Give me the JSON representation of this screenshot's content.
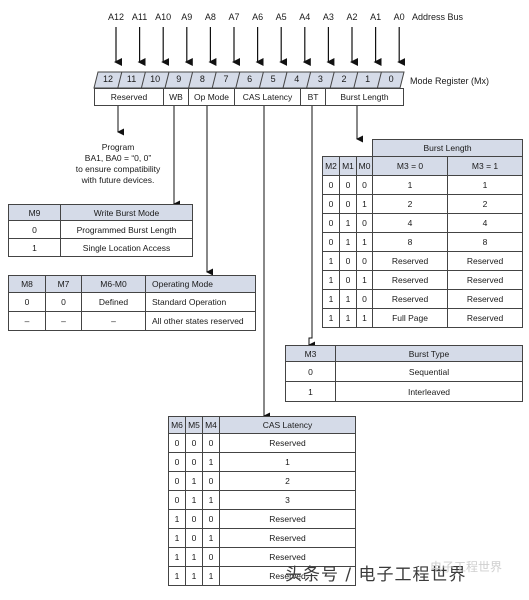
{
  "address_bus": {
    "label": "Address Bus",
    "pins": [
      "A12",
      "A11",
      "A10",
      "A9",
      "A8",
      "A7",
      "A6",
      "A5",
      "A4",
      "A3",
      "A2",
      "A1",
      "A0"
    ]
  },
  "register": {
    "label": "Mode Register (Mx)",
    "bits": [
      "12",
      "11",
      "10",
      "9",
      "8",
      "7",
      "6",
      "5",
      "4",
      "3",
      "2",
      "1",
      "0"
    ],
    "fields": [
      "Reserved",
      "WB",
      "Op Mode",
      "CAS Latency",
      "BT",
      "Burst Length"
    ]
  },
  "program_note": {
    "line1": "Program",
    "line2": "BA1, BA0 = “0, 0”",
    "line3": "to ensure compatibility",
    "line4": "with future devices."
  },
  "write_burst_table": {
    "headers": [
      "M9",
      "Write Burst Mode"
    ],
    "rows": [
      [
        "0",
        "Programmed Burst Length"
      ],
      [
        "1",
        "Single Location Access"
      ]
    ]
  },
  "operating_table": {
    "headers": [
      "M8",
      "M7",
      "M6-M0",
      "Operating Mode"
    ],
    "rows": [
      [
        "0",
        "0",
        "Defined",
        "Standard Operation"
      ],
      [
        "–",
        "–",
        "–",
        "All other states reserved"
      ]
    ]
  },
  "burst_length_table": {
    "title": "Burst Length",
    "headers": [
      "M2",
      "M1",
      "M0",
      "M3 = 0",
      "M3 = 1"
    ],
    "rows": [
      [
        "0",
        "0",
        "0",
        "1",
        "1"
      ],
      [
        "0",
        "0",
        "1",
        "2",
        "2"
      ],
      [
        "0",
        "1",
        "0",
        "4",
        "4"
      ],
      [
        "0",
        "1",
        "1",
        "8",
        "8"
      ],
      [
        "1",
        "0",
        "0",
        "Reserved",
        "Reserved"
      ],
      [
        "1",
        "0",
        "1",
        "Reserved",
        "Reserved"
      ],
      [
        "1",
        "1",
        "0",
        "Reserved",
        "Reserved"
      ],
      [
        "1",
        "1",
        "1",
        "Full Page",
        "Reserved"
      ]
    ]
  },
  "burst_type_table": {
    "headers": [
      "M3",
      "Burst Type"
    ],
    "rows": [
      [
        "0",
        "Sequential"
      ],
      [
        "1",
        "Interleaved"
      ]
    ]
  },
  "cas_table": {
    "headers": [
      "M6",
      "M5",
      "M4",
      "CAS Latency"
    ],
    "rows": [
      [
        "0",
        "0",
        "0",
        "Reserved"
      ],
      [
        "0",
        "0",
        "1",
        "1"
      ],
      [
        "0",
        "1",
        "0",
        "2"
      ],
      [
        "0",
        "1",
        "1",
        "3"
      ],
      [
        "1",
        "0",
        "0",
        "Reserved"
      ],
      [
        "1",
        "0",
        "1",
        "Reserved"
      ],
      [
        "1",
        "1",
        "0",
        "Reserved"
      ],
      [
        "1",
        "1",
        "1",
        "Reserved"
      ]
    ]
  },
  "watermark": {
    "text": "头条号 / 电子工程世界",
    "corner": "电子工程世界"
  },
  "colors": {
    "header_fill": "#d5dbe8",
    "register_fill": "#d5dbe8",
    "line": "#222222"
  }
}
